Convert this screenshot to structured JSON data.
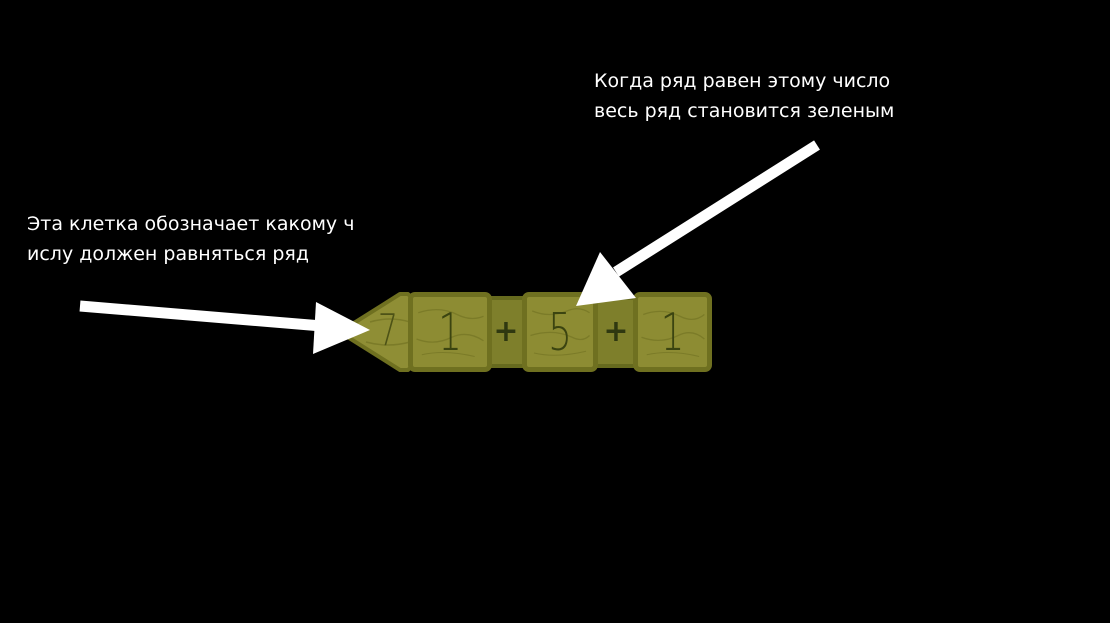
{
  "annotations": {
    "target_explanation": {
      "line1": "Эта клетка обозначает какому ч",
      "line2": "ислу должен равняться ряд"
    },
    "equal_explanation": {
      "line1": "Когда ряд равен этому число",
      "line2": "весь ряд становится зеленым"
    }
  },
  "puzzle_row": {
    "target": "7",
    "cells": [
      "1",
      "5",
      "1"
    ],
    "operators": [
      "+",
      "+"
    ]
  },
  "colors": {
    "background": "#000000",
    "tile_fill": "#8d8c33",
    "tile_border": "#6f7020",
    "digit": "#3b4410",
    "annotation_text": "#ffffff",
    "arrow": "#ffffff"
  }
}
